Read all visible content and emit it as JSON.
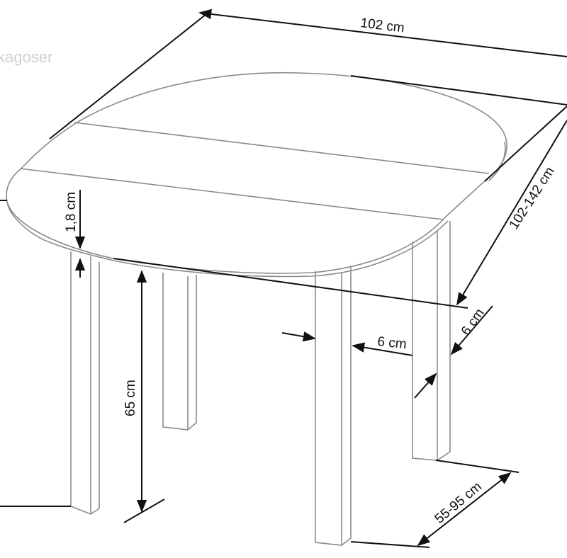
{
  "watermark": "kagoser",
  "dimensions": {
    "width": "102 cm",
    "length": "102-142 cm",
    "top_thickness": "1,8 cm",
    "height": "65 cm",
    "leg_width_front": "6 cm",
    "leg_width_side": "6 cm",
    "leg_span": "55-95 cm"
  },
  "colors": {
    "outline": "#8a8a8a",
    "dimension": "#111111"
  }
}
